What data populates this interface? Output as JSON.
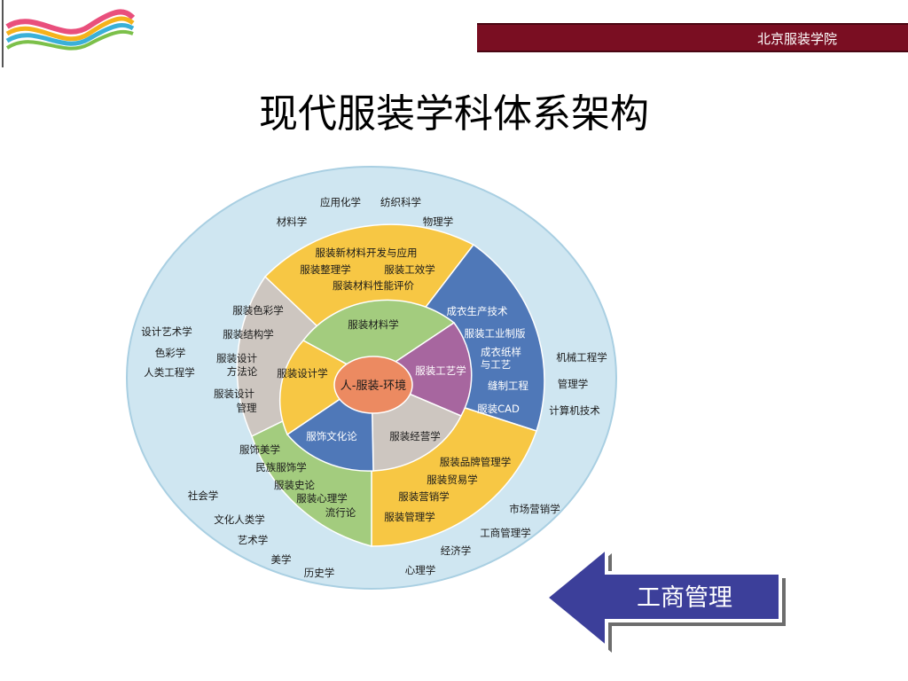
{
  "header": {
    "institution": "北京服装学院"
  },
  "slide": {
    "title": "现代服装学科体系架构"
  },
  "diagram": {
    "center": "人-服装-环境",
    "inner_ring": {
      "materials": "服装材料学",
      "craft": "服装工艺学",
      "business": "服装经营学",
      "culture": "服饰文化论",
      "design": "服装设计学"
    },
    "middle_ring": {
      "yellow_top": [
        "服装新材料开发与应用",
        "服装整理学",
        "服装工效学",
        "服装材料性能评价"
      ],
      "blue_right": [
        "成衣生产技术",
        "服装工业制版",
        "成衣纸样",
        "与工艺",
        "缝制工程",
        "服装CAD"
      ],
      "yellow_bottom": [
        "服装品牌管理学",
        "服装贸易学",
        "服装营销学",
        "服装管理学"
      ],
      "green_bottom": [
        "服饰美学",
        "民族服饰学",
        "服装史论",
        "服装心理学",
        "流行论"
      ],
      "gray_left": [
        "服装色彩学",
        "服装结构学",
        "服装设计",
        "方法论",
        "服装设计",
        "管理"
      ]
    },
    "outer_ring": {
      "top": [
        "应用化学",
        "纺织科学",
        "材料学",
        "物理学"
      ],
      "left": [
        "设计艺术学",
        "色彩学",
        "人类工程学"
      ],
      "right": [
        "机械工程学",
        "管理学",
        "计算机技术"
      ],
      "bottom_right": [
        "市场营销学",
        "工商管理学",
        "经济学",
        "心理学"
      ],
      "bottom_left": [
        "社会学",
        "文化人类学",
        "艺术学",
        "美学",
        "历史学"
      ]
    },
    "colors": {
      "outer": "#cfe6f1",
      "outer_edge": "#a9cfe2",
      "yellow": "#f7c744",
      "blue": "#4f78b8",
      "green": "#a3cc7e",
      "gray": "#cdc6c0",
      "purple": "#a7669f",
      "center": "#ec8a61"
    }
  },
  "nav": {
    "label": "工商管理",
    "color": "#3c3f9a"
  }
}
